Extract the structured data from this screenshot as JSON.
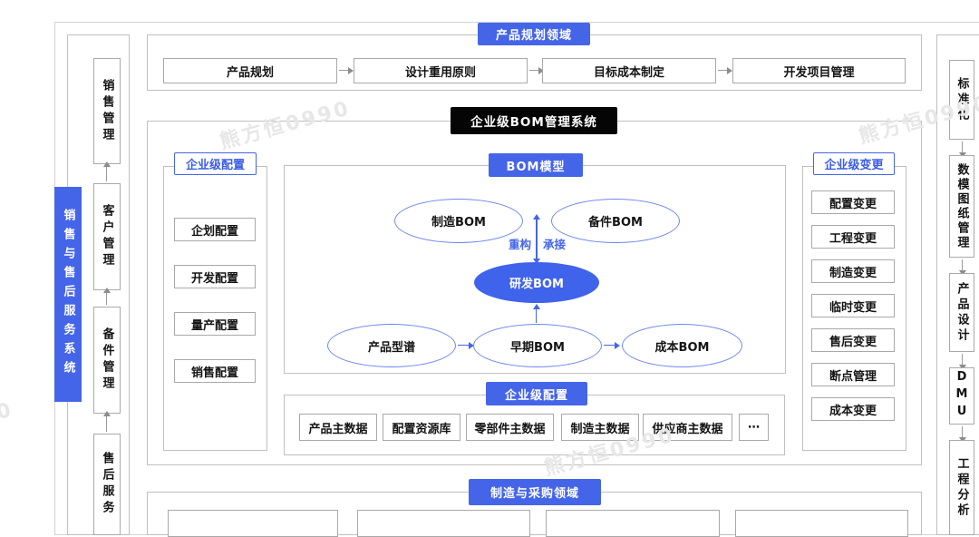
{
  "diagram": {
    "watermark": "熊方恒0990",
    "colors": {
      "accent_blue": "#4565e8",
      "ellipse_fill_blue": "#3f63ea",
      "ellipse_border_blue": "#6e86f0",
      "black_banner": "#050505"
    },
    "top_band": {
      "banner": "产品规划领域",
      "boxes": [
        "产品规划",
        "设计重用原则",
        "目标成本制定",
        "开发项目管理"
      ]
    },
    "bom_system": {
      "banner": "企业级BOM管理系统",
      "config_column": {
        "label": "企业级配置",
        "boxes": [
          "企划配置",
          "开发配置",
          "量产配置",
          "销售配置"
        ]
      },
      "bom_model": {
        "banner": "BOM模型",
        "top_ellipses": [
          "制造BOM",
          "备件BOM"
        ],
        "center_ellipse": "研发BOM",
        "bottom_ellipses": [
          "产品型谱",
          "早期BOM",
          "成本BOM"
        ],
        "arrow_labels": {
          "left": "重构",
          "right": "承接"
        }
      },
      "master_data": {
        "banner": "企业级配置",
        "boxes": [
          "产品主数据",
          "配置资源库",
          "零部件主数据",
          "制造主数据",
          "供应商主数据",
          "⋯"
        ]
      },
      "change_column": {
        "label": "企业级变更",
        "boxes": [
          "配置变更",
          "工程变更",
          "制造变更",
          "临时变更",
          "售后变更",
          "断点管理",
          "成本变更"
        ]
      }
    },
    "bottom_band": {
      "banner": "制造与采购领域"
    },
    "left_rail": {
      "banner": "销售与售后服务系统",
      "boxes": [
        "销售管理",
        "客户管理",
        "备件管理",
        "售后服务"
      ]
    },
    "right_rail": {
      "boxes": [
        "标准化",
        "数模图纸管理",
        "产品设计",
        "DMU",
        "工程分析"
      ]
    }
  }
}
